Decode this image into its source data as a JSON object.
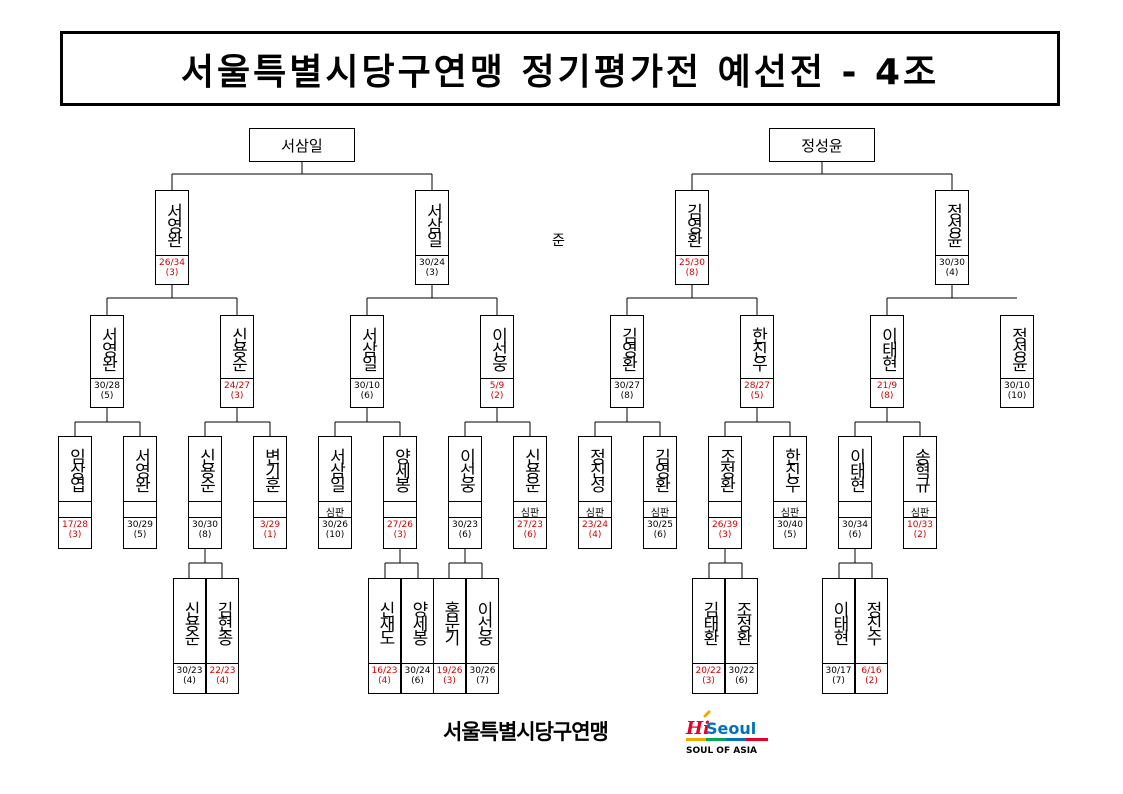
{
  "title": "서울특별시당구연맹 정기평가전 예선전 - 4조",
  "finalists": [
    "서삼일",
    "정성윤"
  ],
  "middle_mark": "준",
  "footer_text": "서울특별시당구연맹",
  "logo": {
    "main": "Hi Seoul",
    "sub": "SOUL OF ASIA",
    "colors": [
      "#e4002b",
      "#0072bc",
      "#f7a600",
      "#00a651"
    ]
  },
  "semis": [
    {
      "name": "서영완",
      "score": "26/34",
      "rank": "(3)",
      "red": true
    },
    {
      "name": "서삼일",
      "score": "30/24",
      "rank": "(3)",
      "red": false
    },
    {
      "name": "김영환",
      "score": "25/30",
      "rank": "(8)",
      "red": true
    },
    {
      "name": "정성윤",
      "score": "30/30",
      "rank": "(4)",
      "red": false
    }
  ],
  "quarters": [
    {
      "name": "서영완",
      "score": "30/28",
      "rank": "(5)",
      "red": false
    },
    {
      "name": "신용순",
      "score": "24/27",
      "rank": "(3)",
      "red": true
    },
    {
      "name": "서삼일",
      "score": "30/10",
      "rank": "(6)",
      "red": false
    },
    {
      "name": "이선웅",
      "score": "5/9",
      "rank": "(2)",
      "red": true
    },
    {
      "name": "김영환",
      "score": "30/27",
      "rank": "(8)",
      "red": false
    },
    {
      "name": "한진우",
      "score": "28/27",
      "rank": "(5)",
      "red": true
    },
    {
      "name": "이태현",
      "score": "21/9",
      "rank": "(8)",
      "red": true
    },
    {
      "name": "정성윤",
      "score": "30/10",
      "rank": "(10)",
      "red": false
    }
  ],
  "round1": [
    {
      "name": "임상엽",
      "label": "",
      "score": "17/28",
      "rank": "(3)",
      "red": true
    },
    {
      "name": "서영완",
      "label": "",
      "score": "30/29",
      "rank": "(5)",
      "red": false
    },
    {
      "name": "신용순",
      "label": "",
      "score": "30/30",
      "rank": "(8)",
      "red": false
    },
    {
      "name": "변기훈",
      "label": "",
      "score": "3/29",
      "rank": "(1)",
      "red": true
    },
    {
      "name": "서삼일",
      "label": "심판",
      "score": "30/26",
      "rank": "(10)",
      "red": false
    },
    {
      "name": "양세봉",
      "label": "",
      "score": "27/26",
      "rank": "(3)",
      "red": true
    },
    {
      "name": "이선웅",
      "label": "",
      "score": "30/23",
      "rank": "(6)",
      "red": false
    },
    {
      "name": "신용운",
      "label": "심판",
      "score": "27/23",
      "rank": "(6)",
      "red": true
    },
    {
      "name": "정진성",
      "label": "심판",
      "score": "23/24",
      "rank": "(4)",
      "red": true
    },
    {
      "name": "김영환",
      "label": "심판",
      "score": "30/25",
      "rank": "(6)",
      "red": false
    },
    {
      "name": "조정환",
      "label": "",
      "score": "26/39",
      "rank": "(3)",
      "red": true
    },
    {
      "name": "한진우",
      "label": "심판",
      "score": "30/40",
      "rank": "(5)",
      "red": false
    },
    {
      "name": "이태현",
      "label": "",
      "score": "30/34",
      "rank": "(6)",
      "red": false
    },
    {
      "name": "송혁규",
      "label": "심판",
      "score": "10/33",
      "rank": "(2)",
      "red": true
    }
  ],
  "prelims": [
    {
      "name": "신용순",
      "score": "30/23",
      "rank": "(4)",
      "red": false
    },
    {
      "name": "김현종",
      "score": "22/23",
      "rank": "(4)",
      "red": true
    },
    {
      "name": "신재도",
      "score": "16/23",
      "rank": "(4)",
      "red": true
    },
    {
      "name": "양세봉",
      "score": "30/24",
      "rank": "(6)",
      "red": false
    },
    {
      "name": "홍문기",
      "score": "19/26",
      "rank": "(3)",
      "red": true
    },
    {
      "name": "이선웅",
      "score": "30/26",
      "rank": "(7)",
      "red": false
    },
    {
      "name": "김태환",
      "score": "20/22",
      "rank": "(3)",
      "red": true
    },
    {
      "name": "조정환",
      "score": "30/22",
      "rank": "(6)",
      "red": false
    },
    {
      "name": "이태현",
      "score": "30/17",
      "rank": "(7)",
      "red": false
    },
    {
      "name": "정진수",
      "score": "6/16",
      "rank": "(2)",
      "red": true
    }
  ]
}
